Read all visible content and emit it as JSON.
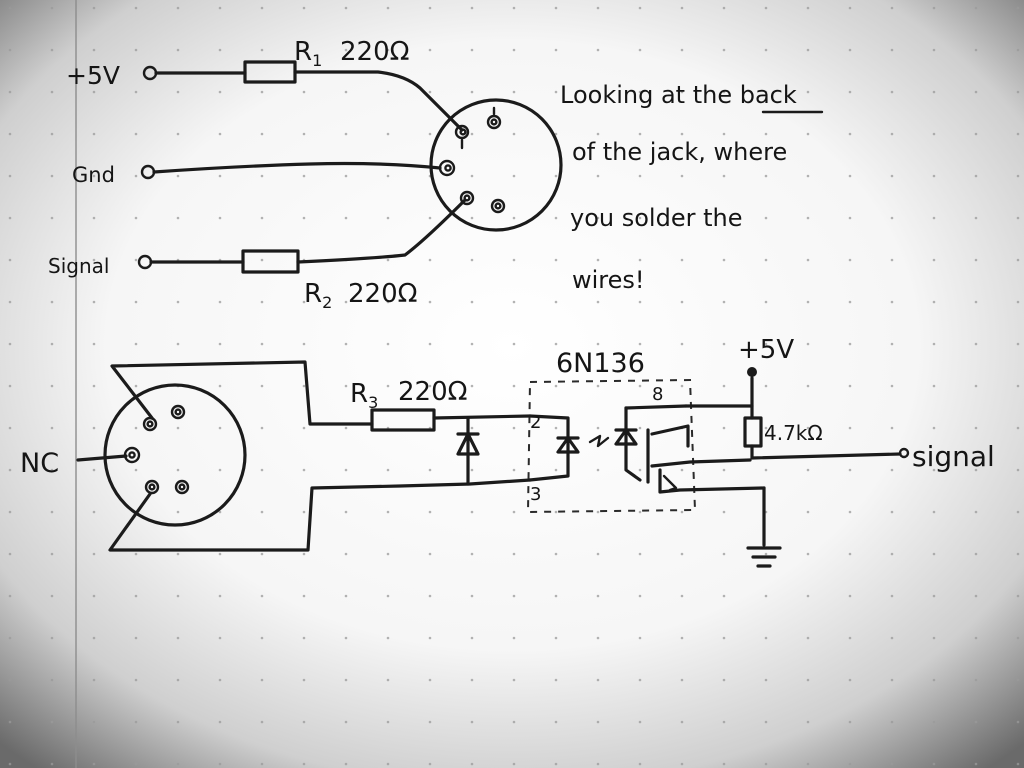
{
  "top_circuit": {
    "terminals": {
      "plus5v": "+5V",
      "gnd": "Gnd",
      "signal": "Signal"
    },
    "r1": {
      "name": "R",
      "sub": "1",
      "value": "220Ω"
    },
    "r2": {
      "name": "R",
      "sub": "2",
      "value": "220Ω"
    }
  },
  "note": {
    "line1_pre": "Looking at the ",
    "line1_emph": "back",
    "line2": "of the jack, where",
    "line3": "you solder the",
    "line4": "wires!"
  },
  "bottom_circuit": {
    "nc_label": "NC",
    "r3": {
      "name": "R",
      "sub": "3",
      "value": "220Ω"
    },
    "optocoupler": "6N136",
    "pin2": "2",
    "pin3": "3",
    "pin8": "8",
    "supply": "+5V",
    "pullup": "4.7kΩ",
    "output": "signal"
  }
}
